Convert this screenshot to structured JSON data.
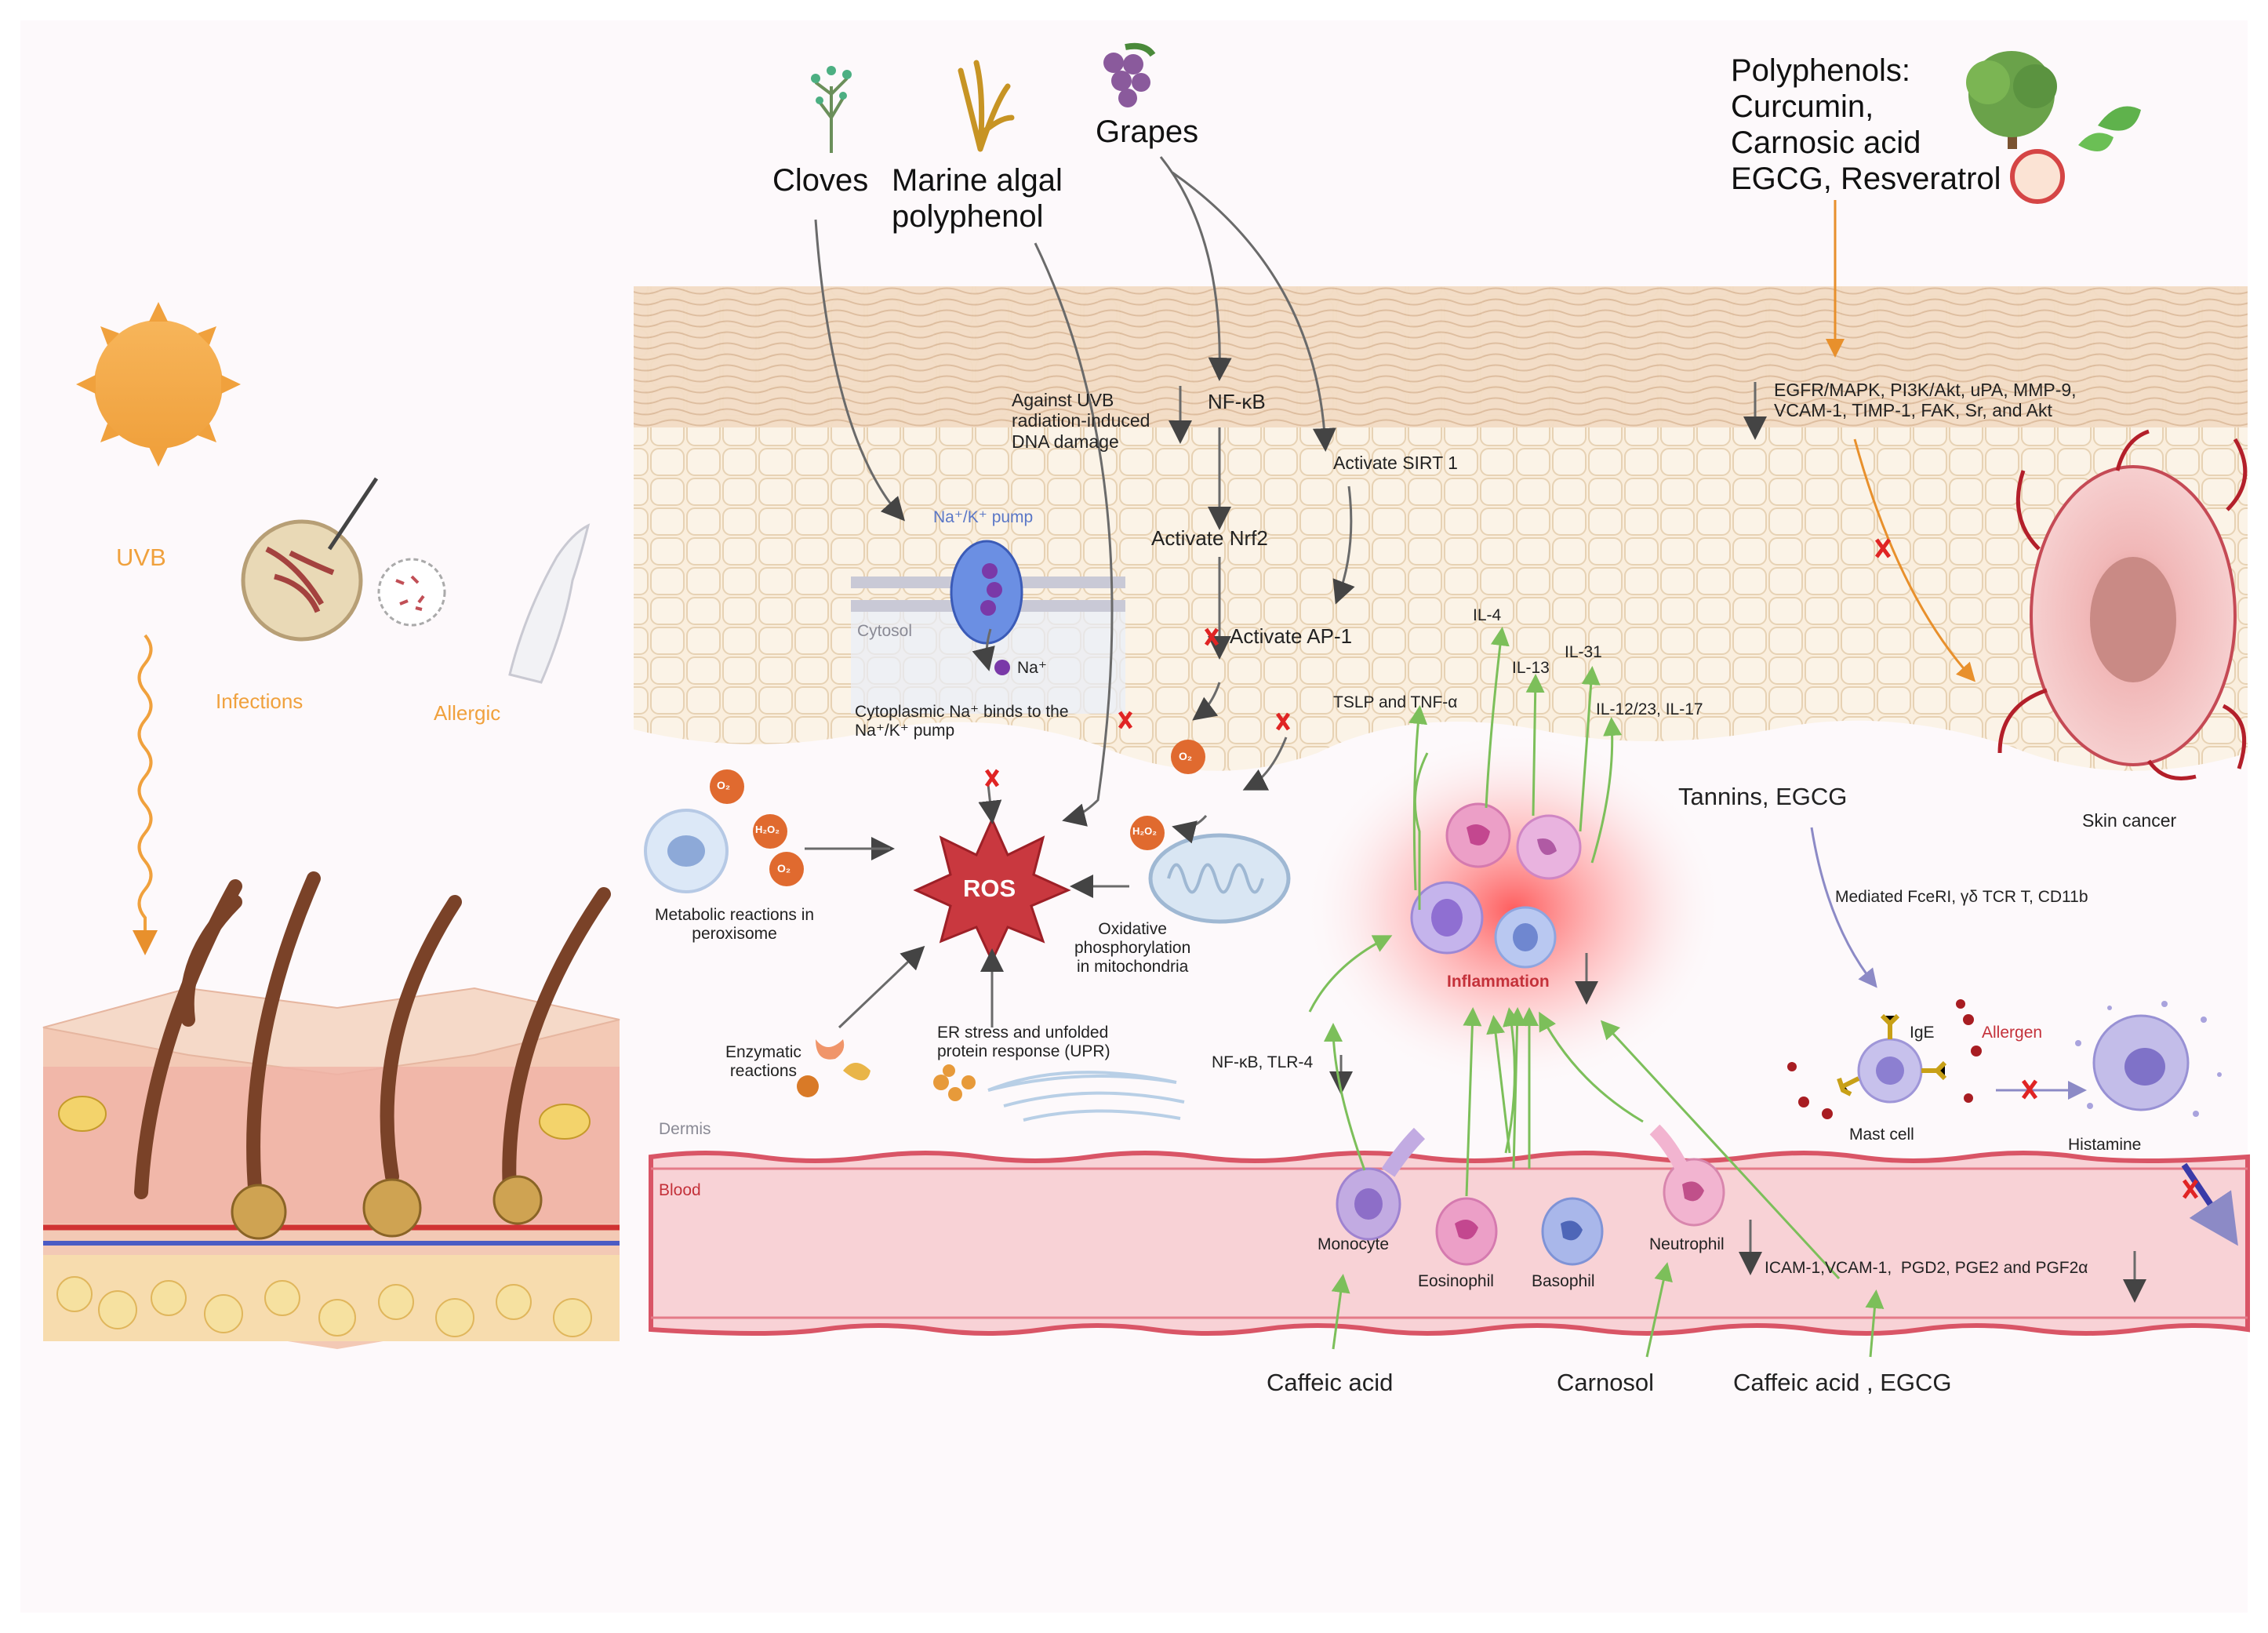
{
  "sources": {
    "cloves": "Cloves",
    "marine_algal": "Marine algal\npolyphenol",
    "grapes": "Grapes",
    "polyphenols": "Polyphenols:\nCurcumin,\nCarnosic acid\nEGCG, Resveratrol",
    "tannins": "Tannins, EGCG",
    "caffeic_acid": "Caffeic acid",
    "carnosol": "Carnosol",
    "caffeic_egcg": "Caffeic acid , EGCG"
  },
  "triggers": {
    "uvb": "UVB",
    "infections": "Infections",
    "allergic": "Allergic"
  },
  "pathways": {
    "against_uvb": "Against UVB\nradiation-induced\nDNA damage",
    "nfkb": "NF-κB",
    "activate_sirt1": "Activate SIRT 1",
    "activate_nrf2": "Activate Nrf2",
    "activate_ap1": "Activate AP-1",
    "egfr": "EGFR/MAPK, PI3K/Akt, uPA, MMP-9,\nVCAM-1, TIMP-1, FAK, Sr, and Akt",
    "na_k_pump": "Na⁺/K⁺ pump",
    "cytosol": "Cytosol",
    "na_ion": "Na⁺",
    "cytoplasmic_na": "Cytoplasmic Na⁺ binds to the\nNa⁺/K⁺ pump",
    "mediated": "Mediated FceRI, γδ TCR T, CD11b",
    "nfkb_tlr4": "NF-κB, TLR-4",
    "icam": "ICAM-1,VCAM-1,  PGD2, PGE2 and PGF2α"
  },
  "ros": {
    "label": "ROS",
    "metabolic": "Metabolic reactions in\nperoxisome",
    "oxidative": "Oxidative\nphosphorylation\nin mitochondria",
    "er_stress": "ER stress and unfolded\nprotein response (UPR)",
    "enzymatic": "Enzymatic\nreactions",
    "o2": "O₂",
    "h2o2": "H₂O₂"
  },
  "inflammation": {
    "label": "Inflammation",
    "il4": "IL-4",
    "il13": "IL-13",
    "il31": "IL-31",
    "il1223": "IL-12/23, IL-17",
    "tslp": "TSLP and TNF-α"
  },
  "cells": {
    "monocyte": "Monocyte",
    "eosinophil": "Eosinophil",
    "basophil": "Basophil",
    "neutrophil": "Neutrophil",
    "mast_cell": "Mast cell",
    "ige": "IgE",
    "allergen": "Allergen",
    "histamine": "Histamine",
    "skin_cancer": "Skin cancer"
  },
  "regions": {
    "dermis": "Dermis",
    "blood": "Blood"
  },
  "colors": {
    "orange_accent": "#f0a13d",
    "ros_red": "#c9383f",
    "arrow_green": "#7cbf5a",
    "inhibit_red": "#e02424",
    "vessel_pink": "#f6c6cc",
    "epidermis": "#f8ead8"
  }
}
